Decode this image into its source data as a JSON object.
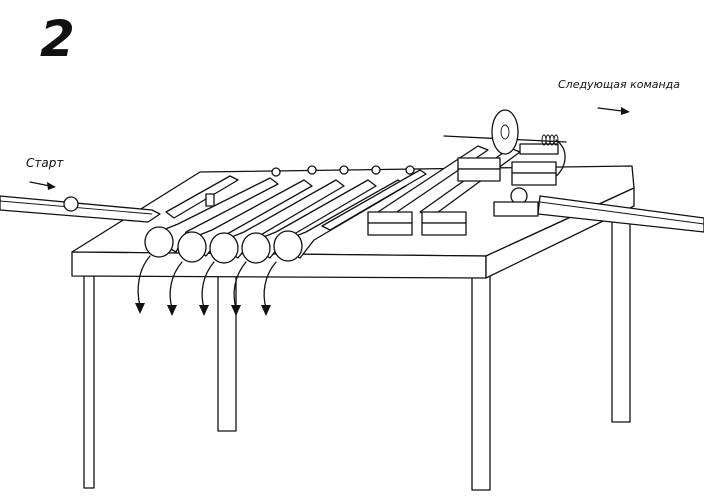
{
  "step_number": "2",
  "labels": {
    "start": "Старт",
    "next_command": "Следующая команда"
  },
  "colors": {
    "line": "#111111",
    "background": "#ffffff"
  }
}
